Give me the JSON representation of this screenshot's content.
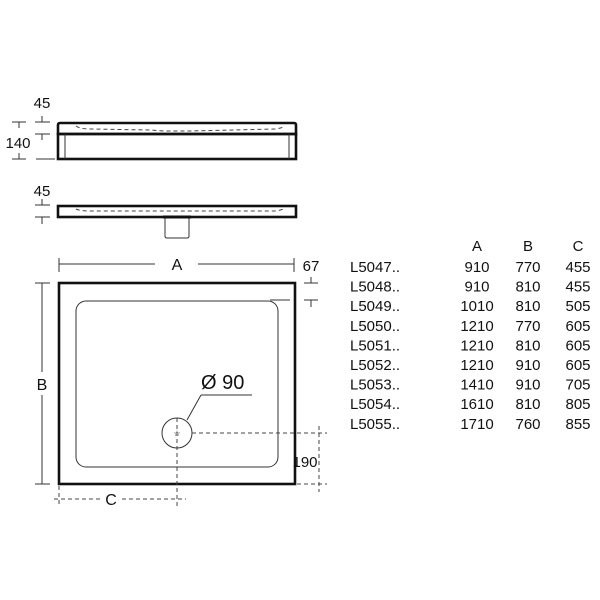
{
  "side_view_1": {
    "dim_top": "45",
    "dim_height": "140"
  },
  "side_view_2": {
    "dim_top": "45"
  },
  "plan_view": {
    "dim_a": "A",
    "dim_b": "B",
    "dim_c": "C",
    "dim_rim": "67",
    "drain_diameter": "Ø 90",
    "drain_offset": "190"
  },
  "table": {
    "headers": [
      "A",
      "B",
      "C"
    ],
    "rows": [
      {
        "code": "L5047..",
        "a": "910",
        "b": "770",
        "c": "455"
      },
      {
        "code": "L5048..",
        "a": "910",
        "b": "810",
        "c": "455"
      },
      {
        "code": "L5049..",
        "a": "1010",
        "b": "810",
        "c": "505"
      },
      {
        "code": "L5050..",
        "a": "1210",
        "b": "770",
        "c": "605"
      },
      {
        "code": "L5051..",
        "a": "1210",
        "b": "810",
        "c": "605"
      },
      {
        "code": "L5052..",
        "a": "1210",
        "b": "910",
        "c": "605"
      },
      {
        "code": "L5053..",
        "a": "1410",
        "b": "910",
        "c": "705"
      },
      {
        "code": "L5054..",
        "a": "1610",
        "b": "810",
        "c": "805"
      },
      {
        "code": "L5055..",
        "a": "1710",
        "b": "760",
        "c": "855"
      }
    ]
  }
}
